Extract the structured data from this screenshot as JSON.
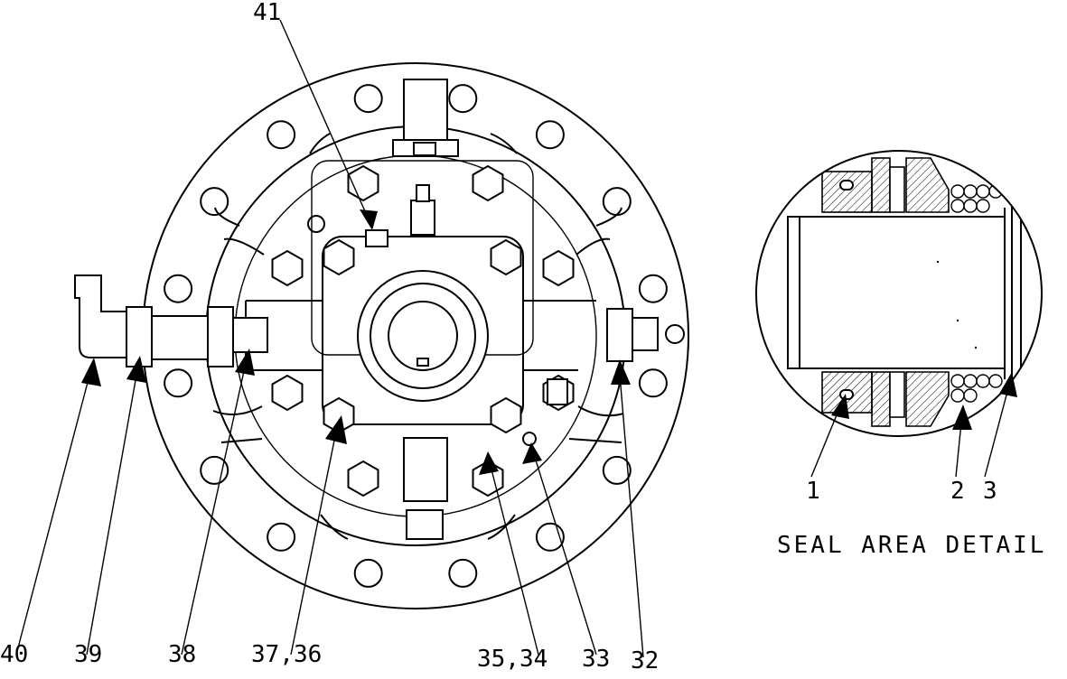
{
  "callouts": {
    "c40": "40",
    "c39": "39",
    "c38": "38",
    "c37_36": "37,36",
    "c35_34": "35,34",
    "c33": "33",
    "c32": "32",
    "c41": "41",
    "c1": "1",
    "c2": "2",
    "c3": "3"
  },
  "detail_caption": "SEAL AREA DETAIL"
}
